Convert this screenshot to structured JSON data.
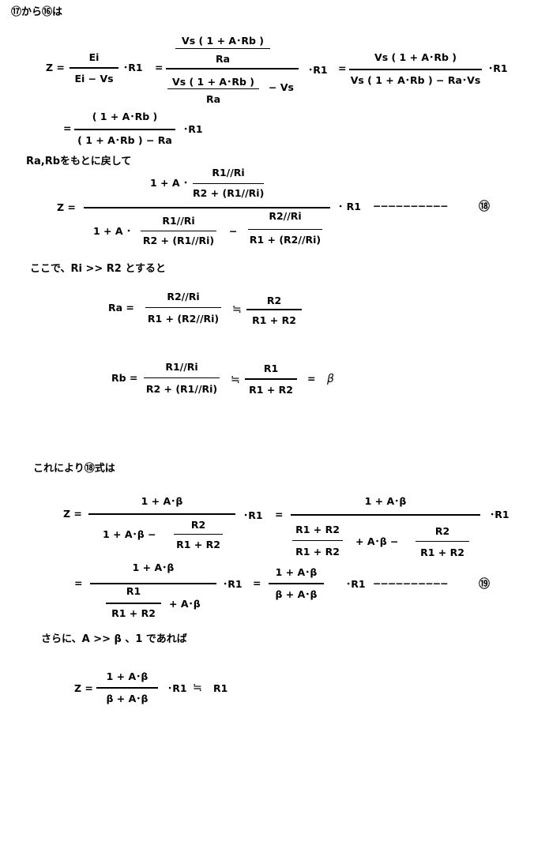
{
  "heading_1": "⑰から⑯は",
  "eq1": {
    "lhs": "Z =",
    "f1_num": "Ei",
    "f1_den": "Ei − Vs",
    "r1_a": "･R1",
    "eq_a": "=",
    "big_num_num": "Vs ( 1 + A･Rb )",
    "big_num_den": "Ra",
    "big_den_num": "Vs ( 1 + A･Rb )",
    "big_den_den": "Ra",
    "big_den_minus": "− Vs",
    "r1_b": "･R1",
    "eq_b": "=",
    "f3_num": "Vs ( 1 + A･Rb )",
    "f3_den": "Vs ( 1 + A･Rb ) − Ra･Vs",
    "r1_c": "･R1"
  },
  "eq2": {
    "eq": "=",
    "num": "( 1 + A･Rb )",
    "den": "( 1 + A･Rb ) − Ra",
    "r1": "･R1"
  },
  "heading_2": "Ra,Rbをもとに戻して",
  "eq18": {
    "lhs": "Z =",
    "top_prefix": "1 + A ･",
    "top_num": "R1//Ri",
    "top_den": "R2 + (R1//Ri)",
    "bot_prefix": "1 + A ･",
    "bot_num1": "R1//Ri",
    "bot_den1": "R2 + (R1//Ri)",
    "bot_minus": "−",
    "bot_num2": "R2//Ri",
    "bot_den2": "R1 + (R2//Ri)",
    "r1": "･ R1",
    "dash": "−−−−−−−−−−",
    "label": "⑱"
  },
  "heading_3": "ここで、Ri >> R2 とすると",
  "ra": {
    "lhs": "Ra =",
    "num": "R2//Ri",
    "den": "R1 + (R2//Ri)",
    "approx": "≒",
    "num2": "R2",
    "den2": "R1 + R2"
  },
  "rb": {
    "lhs": "Rb =",
    "num": "R1//Ri",
    "den": "R2 + (R1//Ri)",
    "approx": "≒",
    "num2": "R1",
    "den2": "R1 + R2",
    "eq": "=",
    "beta": "β"
  },
  "heading_4": "これにより⑱式は",
  "eq19a": {
    "lhs": "Z =",
    "num": "1 + A･β",
    "den_prefix": "1 + A･β −",
    "den_num": "R2",
    "den_den": "R1 + R2",
    "r1": "･R1",
    "eq": "=",
    "num_b": "1 + A･β",
    "den_n1": "R1 + R2",
    "den_d1": "R1 + R2",
    "den_mid": "+ A･β −",
    "den_n2": "R2",
    "den_d2": "R1 + R2",
    "r1_b": "･R1"
  },
  "eq19b": {
    "eq": "=",
    "num": "1 + A･β",
    "den_num": "R1",
    "den_den": "R1 + R2",
    "den_suffix": "+ A･β",
    "r1": "･R1",
    "eq2": "=",
    "num2": "1 + A･β",
    "den2": "β + A･β",
    "r1_b": "･R1",
    "dash": "−−−−−−−−−−",
    "label": "⑲"
  },
  "heading_5": "さらに、A >> β 、1 であれば",
  "eq_final": {
    "lhs": "Z =",
    "num": "1 + A･β",
    "den": "β + A･β",
    "r1": "･R1",
    "approx": "≒",
    "result": "R1"
  }
}
